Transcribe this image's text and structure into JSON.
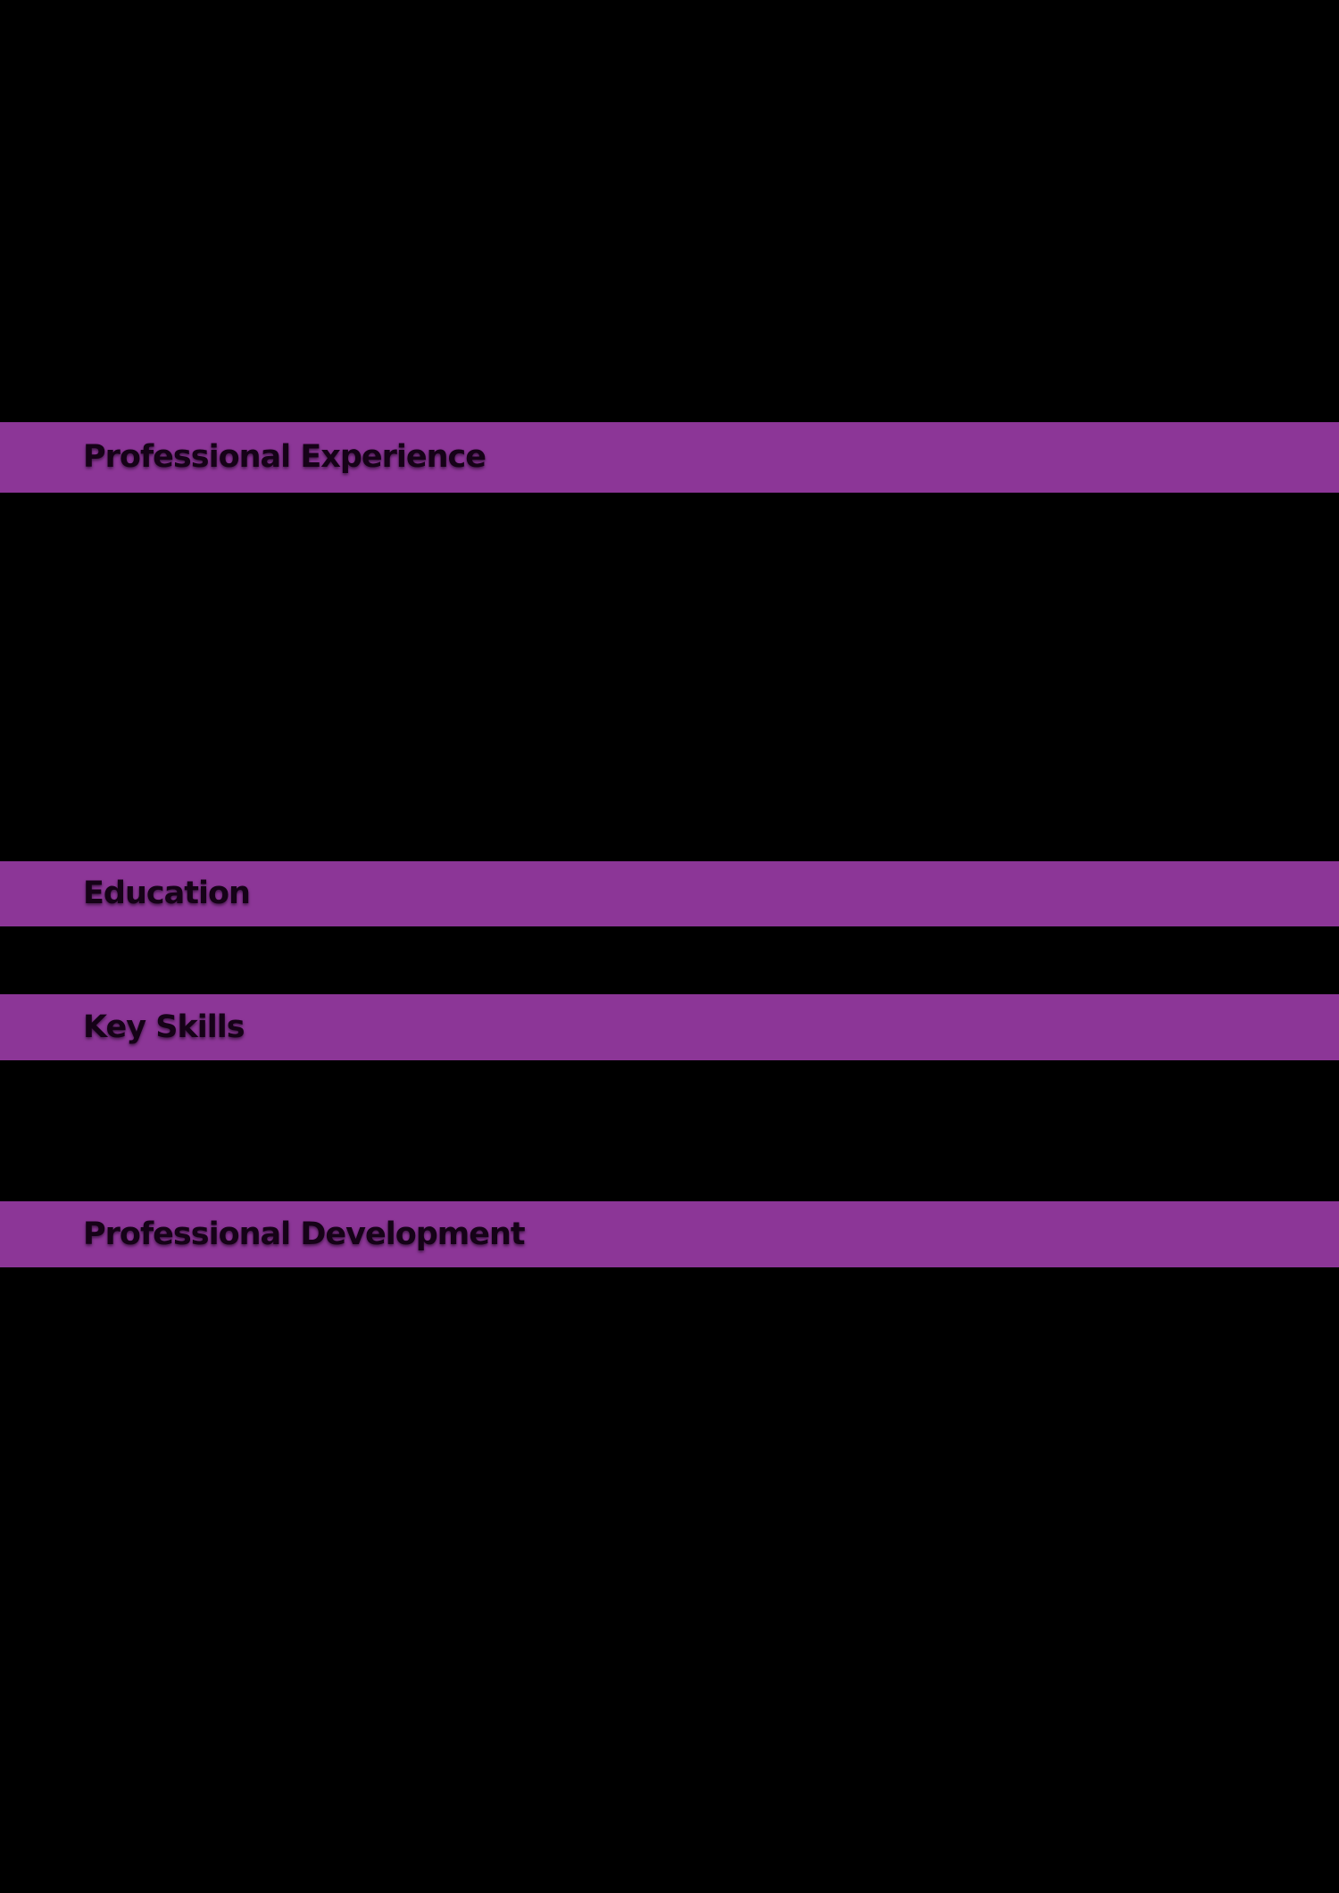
{
  "colors": {
    "background": "#000000",
    "section_band": "#8c3697",
    "section_title_text": "#150217"
  },
  "sections": [
    {
      "title": "Professional Experience"
    },
    {
      "title": "Education"
    },
    {
      "title": "Key Skills"
    },
    {
      "title": "Professional Development"
    }
  ]
}
